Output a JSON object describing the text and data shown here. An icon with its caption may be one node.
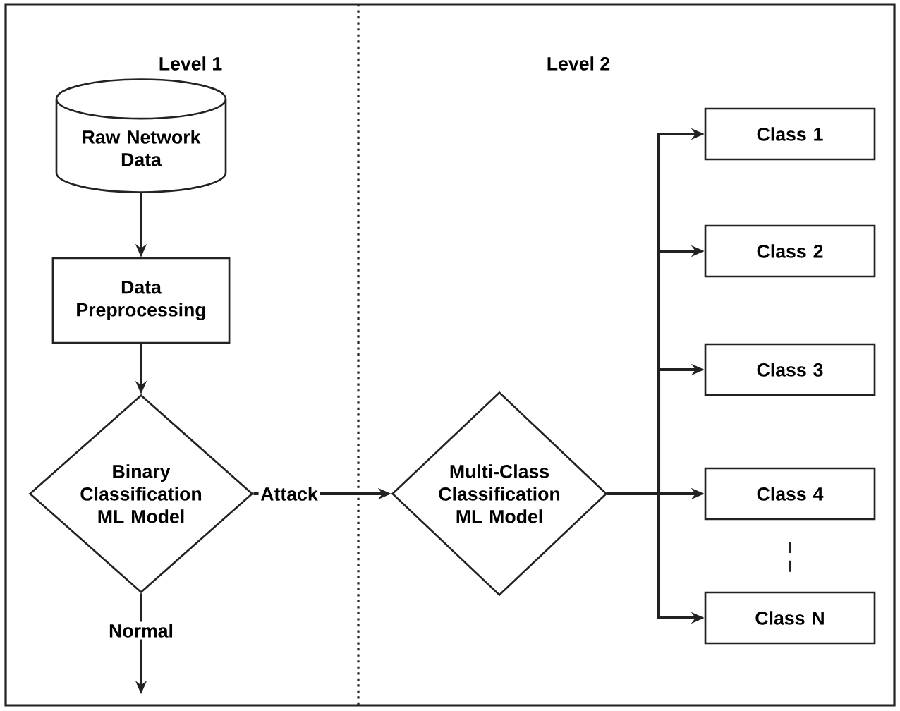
{
  "diagram": {
    "nodes": [
      {
        "text": [
          "Raw Network Data"
        ]
      },
      {
        "text": [
          "Data Preprocessing"
        ]
      },
      {
        "text": [
          "Binary Classification ML Model"
        ]
      },
      {
        "text": [
          "Multi-Class Classification ML Model"
        ]
      },
      {
        "text": [
          "Class 1"
        ]
      },
      {
        "text": [
          "Class 2"
        ]
      },
      {
        "text": [
          "Class 3"
        ]
      },
      {
        "text": [
          "Class 4"
        ]
      },
      {
        "text": [
          "Class N"
        ]
      }
    ],
    "edges": [
      {
        "from": 0,
        "to": 1,
        "arrow": "to"
      },
      {
        "from": 1,
        "to": 2,
        "arrow": "to"
      },
      {
        "from": 2,
        "to": 3,
        "arrow": "to",
        "label": "Attack"
      },
      {
        "from": 2,
        "to": null,
        "arrow": "to",
        "label": "Normal"
      },
      {
        "from": 3,
        "to": 4,
        "arrow": "to"
      },
      {
        "from": 3,
        "to": 5,
        "arrow": "to"
      },
      {
        "from": 3,
        "to": 6,
        "arrow": "to"
      },
      {
        "from": 3,
        "to": 7,
        "arrow": "to"
      },
      {
        "from": 3,
        "to": 8,
        "arrow": "to"
      }
    ],
    "labels": [
      "Level 1",
      "Level 2"
    ]
  }
}
